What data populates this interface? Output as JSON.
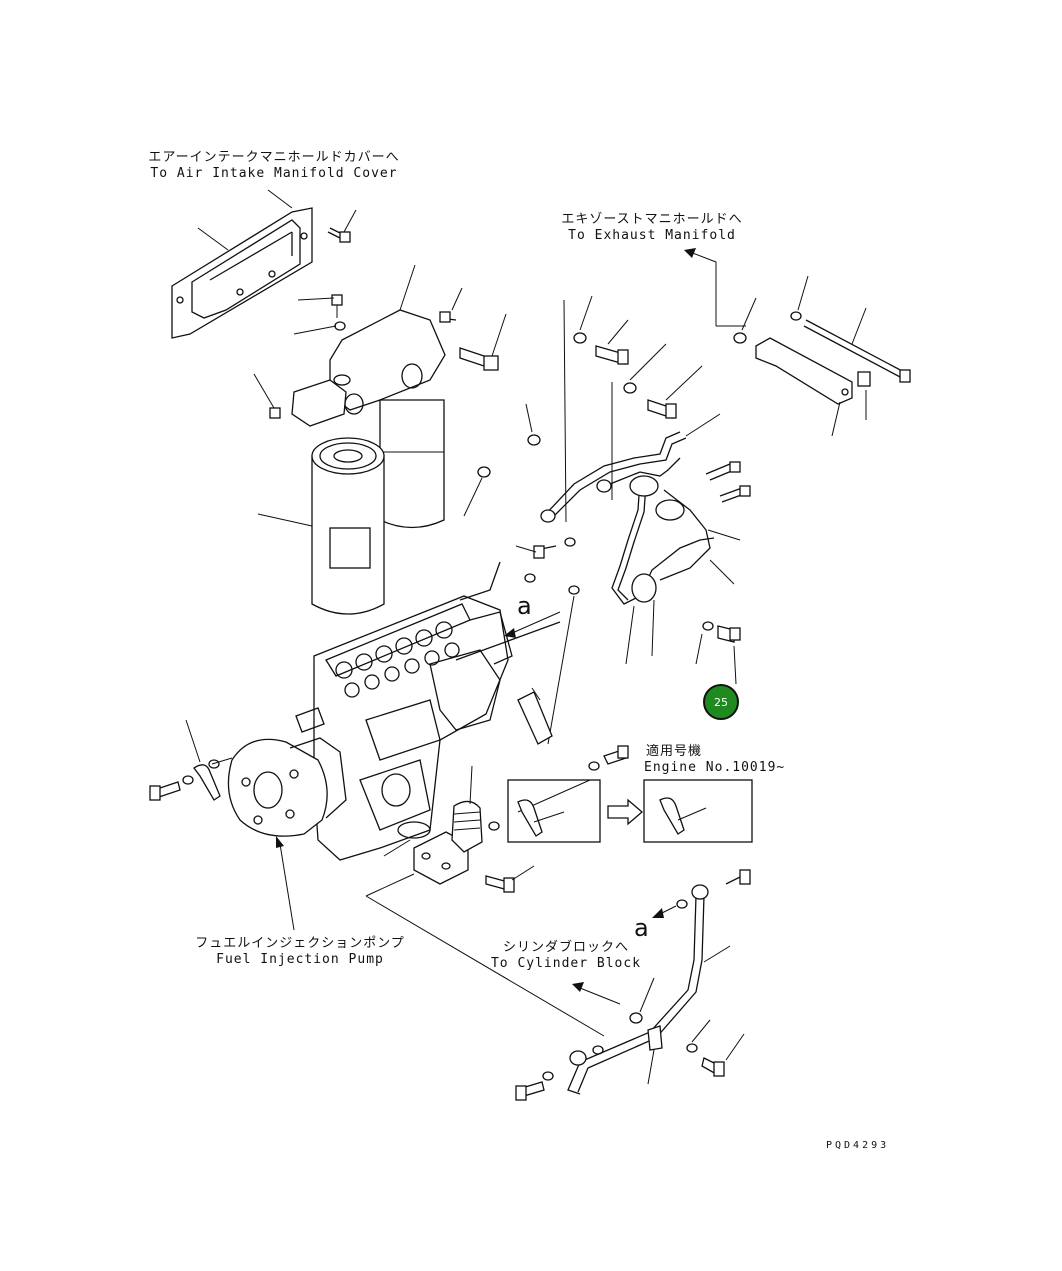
{
  "labels": {
    "air_intake_jp": "エアーインテークマニホールドカバーへ",
    "air_intake_en": "To Air Intake Manifold Cover",
    "exhaust_jp": "エキゾーストマニホールドへ",
    "exhaust_en": "To Exhaust Manifold",
    "applicable_jp": "適用号機",
    "applicable_en": "Engine No.10019~",
    "pump_jp": "フュエルインジェクションポンプ",
    "pump_en": "Fuel Injection Pump",
    "cylinder_jp": "シリンダブロックへ",
    "cylinder_en": "To Cylinder Block",
    "ref_letter_upper": "a",
    "ref_letter_lower": "a",
    "callout_number": "25",
    "sheet_code": "PQD4293"
  },
  "colors": {
    "callout_fill": "#1f8a1f",
    "line": "#111111"
  }
}
